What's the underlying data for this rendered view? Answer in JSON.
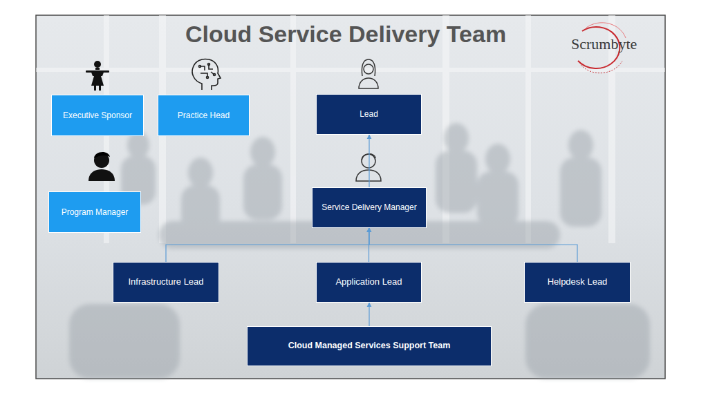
{
  "diagram": {
    "title": "Cloud Service Delivery Team",
    "nodes": [
      {
        "text": [
          "Executive Sponsor"
        ]
      },
      {
        "text": [
          "Practice Head"
        ]
      },
      {
        "text": [
          "Lead"
        ]
      },
      {
        "text": [
          "Program Manager"
        ]
      },
      {
        "text": [
          "Service Delivery Manager"
        ]
      },
      {
        "text": [
          "Infrastructure Lead"
        ]
      },
      {
        "text": [
          "Application Lead"
        ]
      },
      {
        "text": [
          "Helpdesk Lead"
        ]
      },
      {
        "text": [
          "Cloud Managed Services Support Team"
        ]
      }
    ],
    "edges": [
      {
        "from": 4,
        "to": 2,
        "arrow": "to"
      },
      {
        "from": 5,
        "to": 4,
        "arrow": "to"
      },
      {
        "from": 6,
        "to": 4,
        "arrow": "to"
      },
      {
        "from": 7,
        "to": 4,
        "arrow": "to"
      },
      {
        "from": 8,
        "to": 6,
        "arrow": "to"
      }
    ],
    "labels": [
      "Scrumbyte"
    ]
  }
}
